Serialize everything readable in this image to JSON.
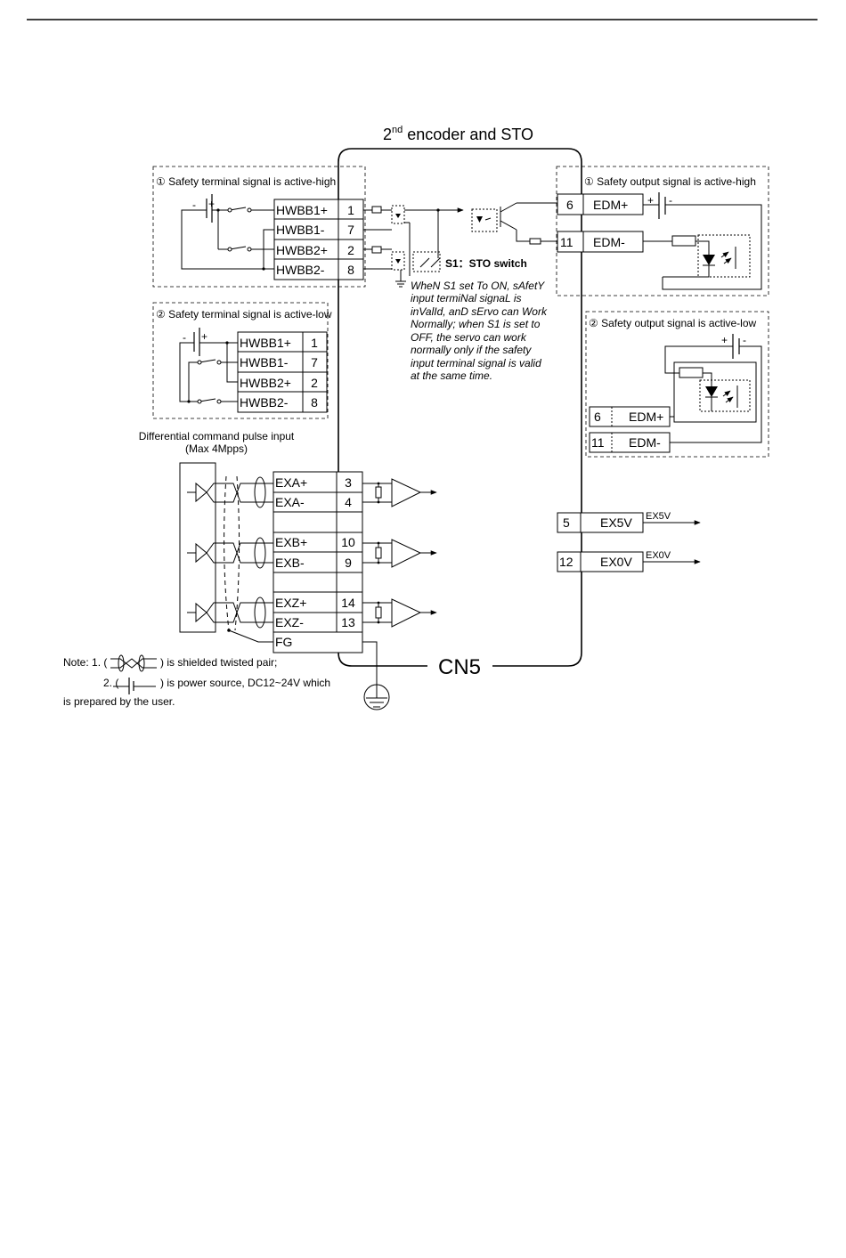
{
  "title": {
    "main": "2",
    "sup": "nd",
    "rest": " encoder and STO"
  },
  "connector_label": "CN5",
  "safety_input_high": {
    "title": "① Safety terminal signal is active-high",
    "rows": [
      {
        "signal": "HWBB1+",
        "pin": "1"
      },
      {
        "signal": "HWBB1-",
        "pin": "7"
      },
      {
        "signal": "HWBB2+",
        "pin": "2"
      },
      {
        "signal": "HWBB2-",
        "pin": "8"
      }
    ]
  },
  "safety_input_low": {
    "title": "② Safety terminal signal is active-low",
    "rows": [
      {
        "signal": "HWBB1+",
        "pin": "1"
      },
      {
        "signal": "HWBB1-",
        "pin": "7"
      },
      {
        "signal": "HWBB2+",
        "pin": "2"
      },
      {
        "signal": "HWBB2-",
        "pin": "8"
      }
    ]
  },
  "safety_output_high": {
    "title": "① Safety output signal is active-high",
    "rows": [
      {
        "pin": "6",
        "signal": "EDM+"
      },
      {
        "pin": "11",
        "signal": "EDM-"
      }
    ]
  },
  "safety_output_low": {
    "title": "② Safety output signal is active-low",
    "rows": [
      {
        "pin": "6",
        "signal": "EDM+"
      },
      {
        "pin": "11",
        "signal": "EDM-"
      }
    ]
  },
  "power_sign": {
    "minus": "-",
    "plus": "+"
  },
  "sto_switch_label": "S1：STO switch",
  "sto_note": [
    "WheN S1 set To ON, sAfetY",
    "input termiNal signaL is",
    "inValId, anD sErvo can Work",
    "Normally; when S1 is set to",
    "OFF, the servo can work",
    "normally only if the safety",
    "input terminal signal is valid",
    "at the same time."
  ],
  "pulse_input": {
    "title_line1": "Differential command pulse input",
    "title_line2": "(Max 4Mpps)",
    "rows": [
      {
        "signal": "EXA+",
        "pin": "3"
      },
      {
        "signal": "EXA-",
        "pin": "4"
      },
      {
        "signal": "EXB+",
        "pin": "10"
      },
      {
        "signal": "EXB-",
        "pin": "9"
      },
      {
        "signal": "EXZ+",
        "pin": "14"
      },
      {
        "signal": "EXZ-",
        "pin": "13"
      },
      {
        "signal": "FG",
        "pin": ""
      }
    ]
  },
  "power_outputs": [
    {
      "pin": "5",
      "signal": "EX5V",
      "arrow_label": "EX5V"
    },
    {
      "pin": "12",
      "signal": "EX0V",
      "arrow_label": "EX0V"
    }
  ],
  "notes": {
    "line1_prefix": "Note: 1. (",
    "line1_suffix": ") is shielded twisted pair;",
    "line2_prefix": "2. (",
    "line2_suffix": ") is power source, DC12~24V which",
    "line3": "is prepared by the user."
  }
}
